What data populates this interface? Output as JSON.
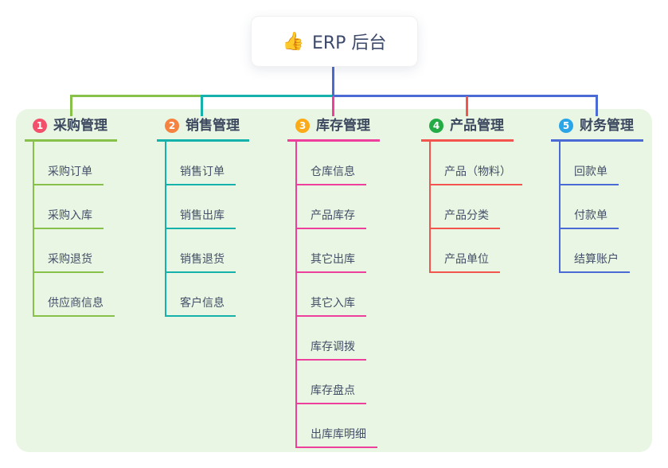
{
  "root": {
    "icon": "👍",
    "label": "ERP 后台"
  },
  "connector": {
    "root_line_color": "#4b6ad4"
  },
  "panel_color": "#e9f6e3",
  "branches": [
    {
      "num": "1",
      "label": "采购管理",
      "badge_color": "#f2506b",
      "line_color": "#88c14a",
      "children": [
        "采购订单",
        "采购入库",
        "采购退货",
        "供应商信息"
      ]
    },
    {
      "num": "2",
      "label": "销售管理",
      "badge_color": "#f6823f",
      "line_color": "#15b2ac",
      "children": [
        "销售订单",
        "销售出库",
        "销售退货",
        "客户信息"
      ]
    },
    {
      "num": "3",
      "label": "库存管理",
      "badge_color": "#fbab18",
      "line_color": "#ee3f9d",
      "children": [
        "仓库信息",
        "产品库存",
        "其它出库",
        "其它入库",
        "库存调拨",
        "库存盘点",
        "出库库明细"
      ]
    },
    {
      "num": "4",
      "label": "产品管理",
      "badge_color": "#23ab45",
      "line_color": "#f4544e",
      "children": [
        "产品（物料）",
        "产品分类",
        "产品单位"
      ]
    },
    {
      "num": "5",
      "label": "财务管理",
      "badge_color": "#2aa5e8",
      "line_color": "#4b6ad4",
      "children": [
        "回款单",
        "付款单",
        "结算账户"
      ]
    }
  ]
}
